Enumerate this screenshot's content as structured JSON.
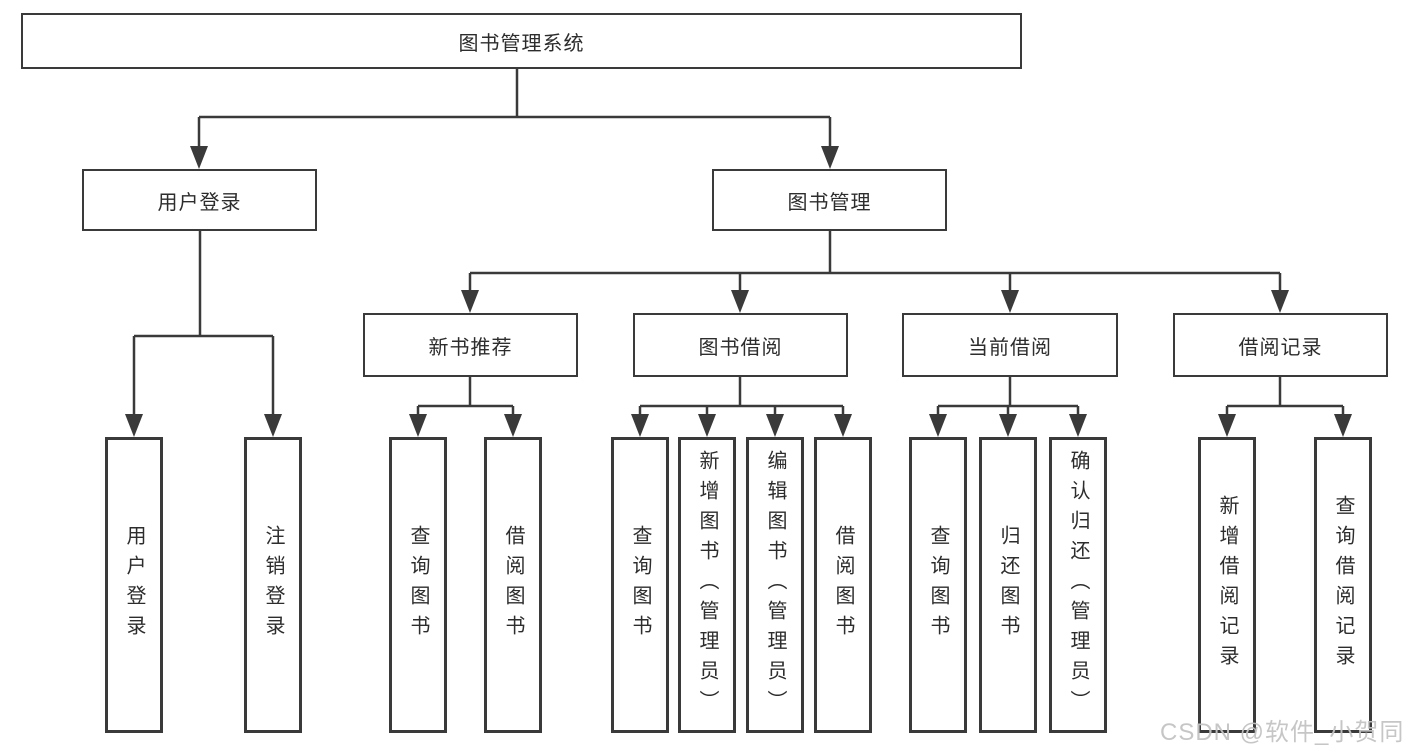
{
  "nodes": {
    "root": "图书管理系统",
    "user_login": "用户登录",
    "book_management": "图书管理",
    "new_book_recommend": "新书推荐",
    "book_borrowing": "图书借阅",
    "current_borrowing": "当前借阅",
    "borrowing_records": "借阅记录",
    "leaf_user_login": "用户登录",
    "leaf_logout": "注销登录",
    "recommend_query_books": "查询图书",
    "recommend_borrow_books": "借阅图书",
    "borrowing_query_books": "查询图书",
    "borrowing_add_books": "新增图书（管理员）",
    "borrowing_edit_books": "编辑图书（管理员）",
    "borrowing_borrow_books": "借阅图书",
    "current_query_books": "查询图书",
    "current_return_books": "归还图书",
    "current_confirm_return": "确认归还（管理员）",
    "records_add_record": "新增借阅记录",
    "records_query_record": "查询借阅记录"
  },
  "watermark": "CSDN @软件_小贺同学",
  "colors": {
    "line": "#3a3a3a",
    "text": "#2d2d2d",
    "watermark": "#c3c3c3",
    "background": "#ffffff"
  }
}
